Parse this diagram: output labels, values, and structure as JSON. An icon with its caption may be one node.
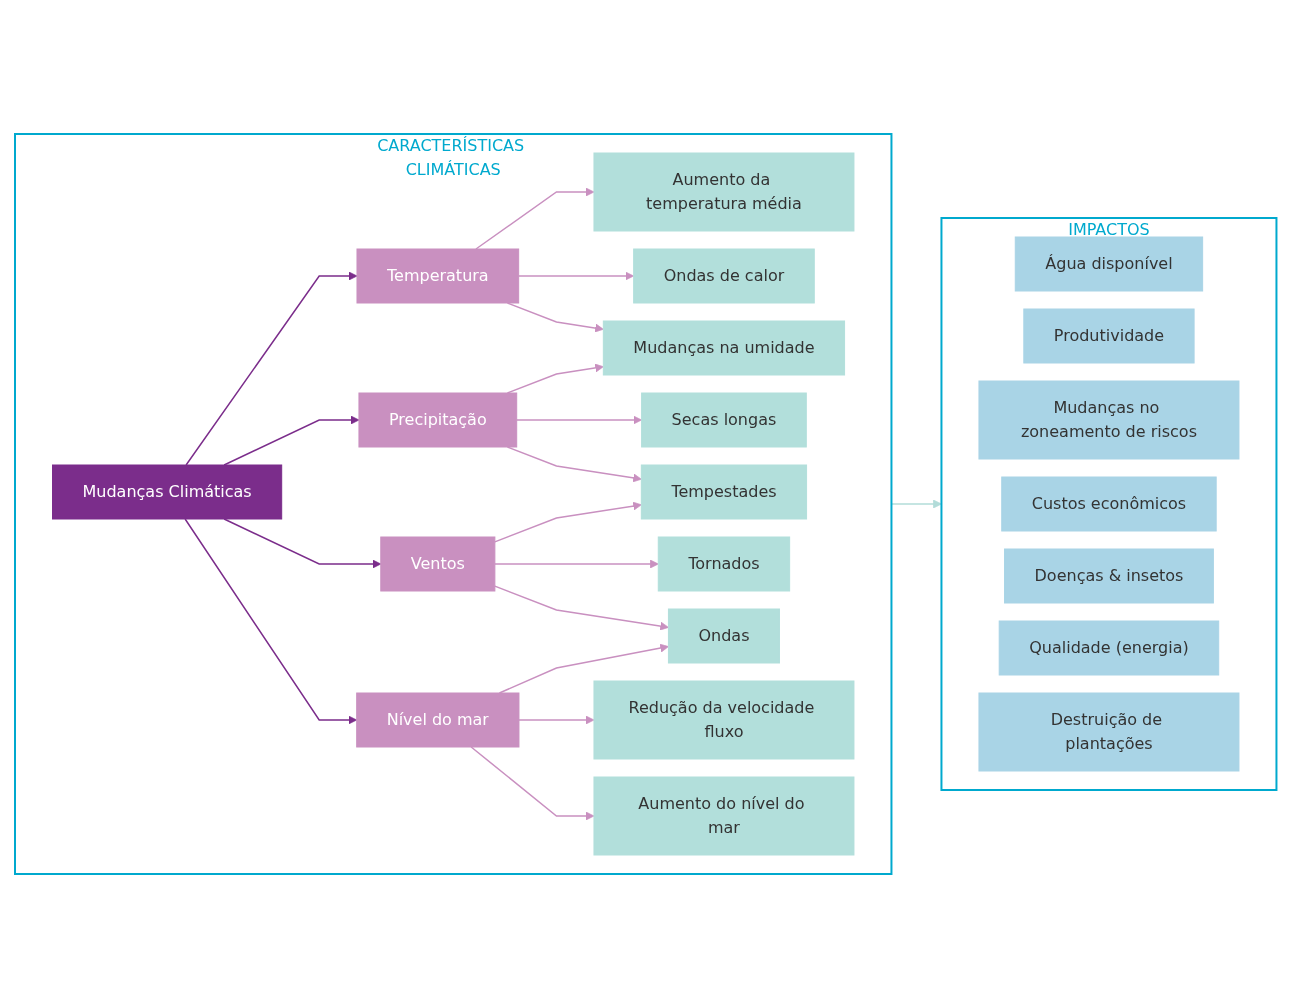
{
  "diagram": {
    "nodes": [
      {
        "text": [
          "CARACTERÍSTICAS CLIMÁTICAS"
        ]
      },
      {
        "text": [
          "Mudanças Climáticas"
        ],
        "in": 0
      },
      {
        "text": [
          "Temperatura"
        ],
        "in": 0
      },
      {
        "text": [
          "Precipitação"
        ],
        "in": 0
      },
      {
        "text": [
          "Ventos"
        ],
        "in": 0
      },
      {
        "text": [
          "Nível do mar"
        ],
        "in": 0
      },
      {
        "text": [
          "Aumento da temperatura média"
        ],
        "in": 0
      },
      {
        "text": [
          "Ondas de calor"
        ],
        "in": 0
      },
      {
        "text": [
          "Mudanças na umidade"
        ],
        "in": 0
      },
      {
        "text": [
          "Secas longas"
        ],
        "in": 0
      },
      {
        "text": [
          "Tempestades"
        ],
        "in": 0
      },
      {
        "text": [
          "Tornados"
        ],
        "in": 0
      },
      {
        "text": [
          "Ondas"
        ],
        "in": 0
      },
      {
        "text": [
          "Redução da velocidade fluxo"
        ],
        "in": 0
      },
      {
        "text": [
          "Aumento do nível do mar"
        ],
        "in": 0
      },
      {
        "text": [
          "IMPACTOS"
        ]
      },
      {
        "text": [
          "Água disponível"
        ],
        "in": 15
      },
      {
        "text": [
          "Produtividade"
        ],
        "in": 15
      },
      {
        "text": [
          "Mudanças no zoneamento de riscos"
        ],
        "in": 15
      },
      {
        "text": [
          "Custos econômicos"
        ],
        "in": 15
      },
      {
        "text": [
          "Doenças & insetos"
        ],
        "in": 15
      },
      {
        "text": [
          "Qualidade (energia)"
        ],
        "in": 15
      },
      {
        "text": [
          "Destruição de plantações"
        ],
        "in": 15
      }
    ],
    "edges": [
      {
        "from": 1,
        "to": 2,
        "arrow": "to",
        "color": "#7b2d8b"
      },
      {
        "from": 1,
        "to": 3,
        "arrow": "to",
        "color": "#7b2d8b"
      },
      {
        "from": 1,
        "to": 4,
        "arrow": "to",
        "color": "#7b2d8b"
      },
      {
        "from": 1,
        "to": 5,
        "arrow": "to",
        "color": "#7b2d8b"
      },
      {
        "from": 2,
        "to": 6,
        "arrow": "to"
      },
      {
        "from": 2,
        "to": 7,
        "arrow": "to"
      },
      {
        "from": 2,
        "to": 8,
        "arrow": "to"
      },
      {
        "from": 3,
        "to": 8,
        "arrow": "to"
      },
      {
        "from": 3,
        "to": 9,
        "arrow": "to"
      },
      {
        "from": 3,
        "to": 10,
        "arrow": "to"
      },
      {
        "from": 4,
        "to": 10,
        "arrow": "to"
      },
      {
        "from": 4,
        "to": 11,
        "arrow": "to"
      },
      {
        "from": 4,
        "to": 12,
        "arrow": "to"
      },
      {
        "from": 5,
        "to": 12,
        "arrow": "to"
      },
      {
        "from": 5,
        "to": 13,
        "arrow": "to"
      },
      {
        "from": 5,
        "to": 14,
        "arrow": "to"
      },
      {
        "from": 0,
        "to": 15,
        "arrow": "to",
        "color": "#b2dcd9"
      }
    ]
  }
}
